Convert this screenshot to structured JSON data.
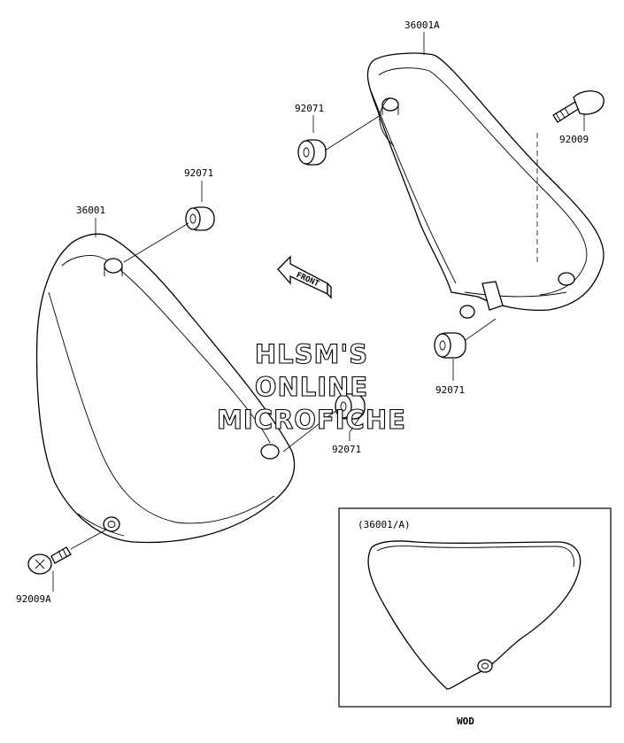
{
  "labels": {
    "cover_right": "36001A",
    "cover_left": "36001",
    "grommet_top_right": "92071",
    "grommet_top_left": "92071",
    "grommet_bottom_right": "92071",
    "grommet_middle": "92071",
    "bolt_right": "92009",
    "bolt_left": "92009A"
  },
  "front_arrow": "FRONT",
  "watermark": [
    "HLSM'S",
    "ONLINE",
    "MICROFICHE"
  ],
  "inset": {
    "title": "(36001/A)",
    "caption": "WOD"
  }
}
